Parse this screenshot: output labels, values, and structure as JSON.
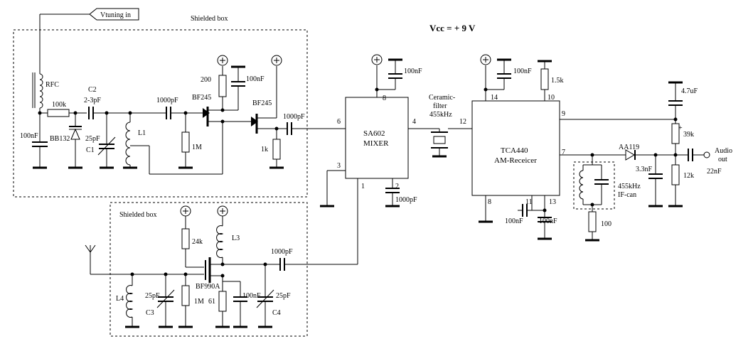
{
  "title": "Vcc = + 9 V",
  "input_tag": "Vtuning in",
  "shield_label_top": "Shielded box",
  "shield_label_bottom": "Shielded box",
  "ics": {
    "mixer": {
      "name": "SA602",
      "subtitle": "MIXER",
      "pins": {
        "p1": "1",
        "p2": "2",
        "p3": "3",
        "p4": "4",
        "p6": "6",
        "p8": "8"
      }
    },
    "am": {
      "name": "TCA440",
      "subtitle": "AM-Receicer",
      "pins": {
        "p7": "7",
        "p8": "8",
        "p9": "9",
        "p10": "10",
        "p11": "11",
        "p12": "12",
        "p13": "13",
        "p14": "14"
      }
    }
  },
  "components": {
    "rfc": "RFC",
    "c_100nF_a": "100nF",
    "r_100k": "100k",
    "bb132": "BB132",
    "c2_name": "C2",
    "c2_val": "2-3pF",
    "c1_val": "25pF",
    "c1_name": "C1",
    "l1": "L1",
    "c_1000pF_a": "1000pF",
    "r_1M_a": "1M",
    "bf245_a": "BF245",
    "r_200": "200",
    "c_100nF_b": "100nF",
    "bf245_b": "BF245",
    "c_1000pF_b": "1000pF",
    "r_1k": "1k",
    "c_100nF_c": "100nF",
    "c_1000pF_c": "1000pF",
    "ceramic_filter": [
      "Ceramic-",
      "filter",
      "455kHz"
    ],
    "c_100nF_d": "100nF",
    "r_1_5k": "1.5k",
    "c_100nF_e": "100nF",
    "c_100nF_f": "100nF",
    "c_4_7uF": "4.7uF",
    "plus_sign": "+",
    "r_39k": "39k",
    "aa119": "AA119",
    "c_3_3nF": "3.3nF",
    "r_12k": "12k",
    "c_22nF": "22nF",
    "audio_out": [
      "Audio",
      "out"
    ],
    "if_can": [
      "455kHz",
      "IF-can"
    ],
    "r_100": "100",
    "r_24k": "24k",
    "l3": "L3",
    "c_1000pF_d": "1000pF",
    "l4": "L4",
    "c3_val": "25pF",
    "c3_name": "C3",
    "r_1M_b": "1M",
    "bf990a": "BF990A",
    "r_61": "61",
    "c_100nF_g": "100nF",
    "c4_val": "25pF",
    "c4_name": "C4"
  }
}
